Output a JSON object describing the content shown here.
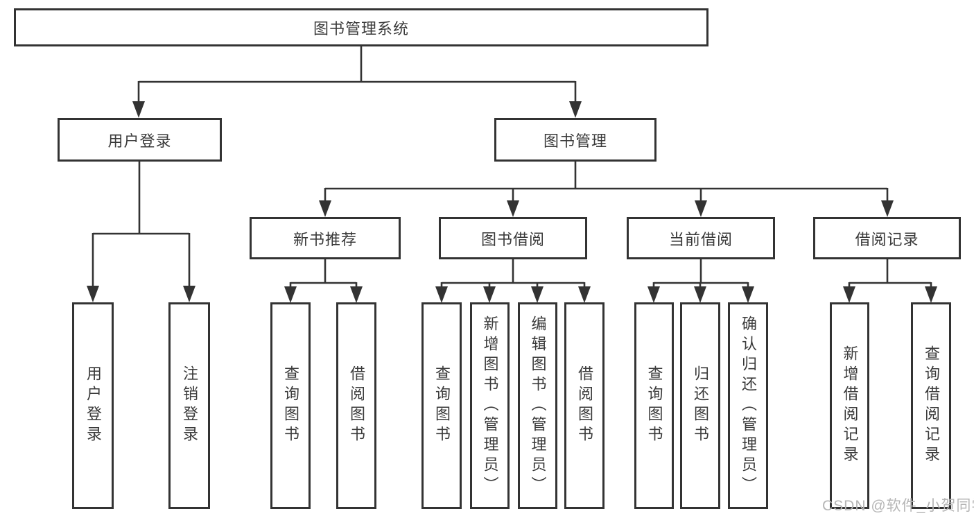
{
  "diagram": {
    "root": "图书管理系统",
    "level2": {
      "user_login": "用户登录",
      "book_mgmt": "图书管理"
    },
    "level3": {
      "new_books": "新书推荐",
      "book_borrow": "图书借阅",
      "current_borrow": "当前借阅",
      "borrow_records": "借阅记录"
    },
    "leaves": {
      "user_login": [
        "用户登录",
        "注销登录"
      ],
      "new_books": [
        "查询图书",
        "借阅图书"
      ],
      "book_borrow": [
        "查询图书",
        "新增图书（管理员）",
        "编辑图书（管理员）",
        "借阅图书"
      ],
      "current_borrow": [
        "查询图书",
        "归还图书",
        "确认归还（管理员）"
      ],
      "borrow_records": [
        "新增借阅记录",
        "查询借阅记录"
      ]
    }
  },
  "watermark": "CSDN @软件_小贺同学",
  "colors": {
    "line": "#333333",
    "text": "#3a3a3a",
    "watermark": "#b5b5b5",
    "background": "#ffffff"
  }
}
